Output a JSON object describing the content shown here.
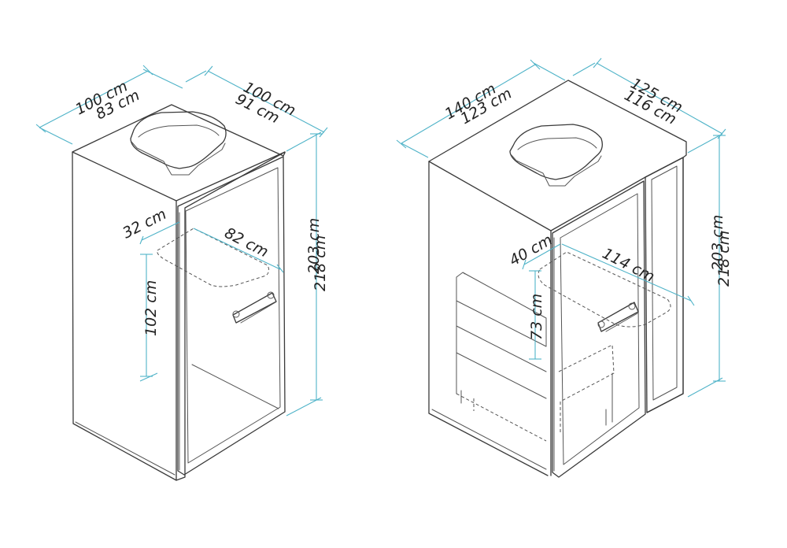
{
  "colors": {
    "outline": "#3a3a3a",
    "dimension": "#4fb3c8",
    "text": "#222222"
  },
  "left_booth": {
    "width_outer": "100 cm",
    "width_inner": "83 cm",
    "depth_outer": "100 cm",
    "depth_inner": "91 cm",
    "height_outer": "218 cm",
    "height_inner": "203 cm",
    "shelf_depth": "32 cm",
    "shelf_width": "82 cm",
    "shelf_height": "102 cm"
  },
  "right_booth": {
    "width_outer": "140 cm",
    "width_inner": "123 cm",
    "depth_outer": "125 cm",
    "depth_inner": "116 cm",
    "height_outer": "218 cm",
    "height_inner": "203 cm",
    "table_depth": "40 cm",
    "table_width": "114 cm",
    "table_height": "73 cm"
  }
}
